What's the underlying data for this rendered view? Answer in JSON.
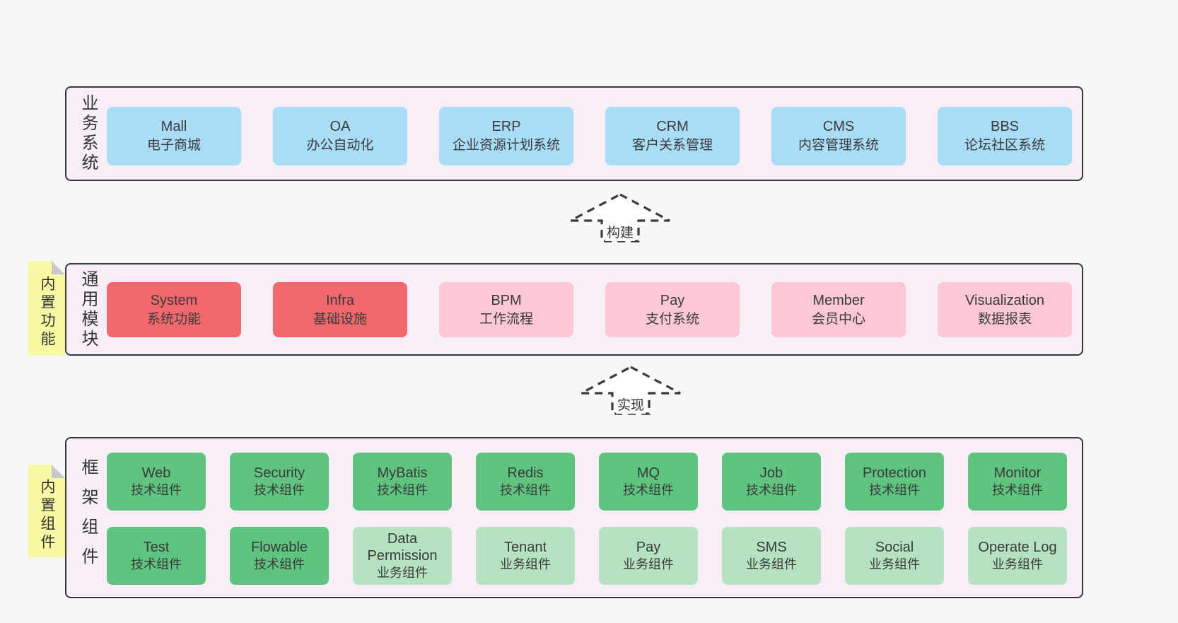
{
  "colors": {
    "page_bg": "#f7f7f7",
    "panel_bg": "#f8eef7",
    "panel_border": "#383838",
    "blue_box": "#a9dcf6",
    "red_box": "#f1696d",
    "pink_box": "#fbc8d3",
    "green_box": "#5ec47f",
    "light_green_box": "#b5e3c2",
    "sticky_yellow": "#f8f9a3",
    "sticky_fold": "#c8c8c8",
    "text": "#3a3a3a"
  },
  "layers": {
    "business": {
      "label": "业务系统",
      "boxes": [
        {
          "name": "Mall",
          "desc": "电子商城"
        },
        {
          "name": "OA",
          "desc": "办公自动化"
        },
        {
          "name": "ERP",
          "desc": "企业资源计划系统"
        },
        {
          "name": "CRM",
          "desc": "客户关系管理"
        },
        {
          "name": "CMS",
          "desc": "内容管理系统"
        },
        {
          "name": "BBS",
          "desc": "论坛社区系统"
        }
      ]
    },
    "modules": {
      "label": "通用模块",
      "sticky": "内置功能",
      "boxes": [
        {
          "name": "System",
          "desc": "系统功能"
        },
        {
          "name": "Infra",
          "desc": "基础设施"
        },
        {
          "name": "BPM",
          "desc": "工作流程"
        },
        {
          "name": "Pay",
          "desc": "支付系统"
        },
        {
          "name": "Member",
          "desc": "会员中心"
        },
        {
          "name": "Visualization",
          "desc": "数据报表"
        }
      ]
    },
    "framework": {
      "label": "框架组件",
      "sticky": "内置组件",
      "row1": [
        {
          "name": "Web",
          "desc": "技术组件"
        },
        {
          "name": "Security",
          "desc": "技术组件"
        },
        {
          "name": "MyBatis",
          "desc": "技术组件"
        },
        {
          "name": "Redis",
          "desc": "技术组件"
        },
        {
          "name": "MQ",
          "desc": "技术组件"
        },
        {
          "name": "Job",
          "desc": "技术组件"
        },
        {
          "name": "Protection",
          "desc": "技术组件"
        },
        {
          "name": "Monitor",
          "desc": "技术组件"
        }
      ],
      "row2": [
        {
          "name": "Test",
          "desc": "技术组件"
        },
        {
          "name": "Flowable",
          "desc": "技术组件"
        },
        {
          "name": "Data Permission",
          "desc": "业务组件"
        },
        {
          "name": "Tenant",
          "desc": "业务组件"
        },
        {
          "name": "Pay",
          "desc": "业务组件"
        },
        {
          "name": "SMS",
          "desc": "业务组件"
        },
        {
          "name": "Social",
          "desc": "业务组件"
        },
        {
          "name": "Operate Log",
          "desc": "业务组件"
        }
      ]
    }
  },
  "arrows": {
    "build": {
      "label": "构建"
    },
    "implement": {
      "label": "实现"
    }
  }
}
